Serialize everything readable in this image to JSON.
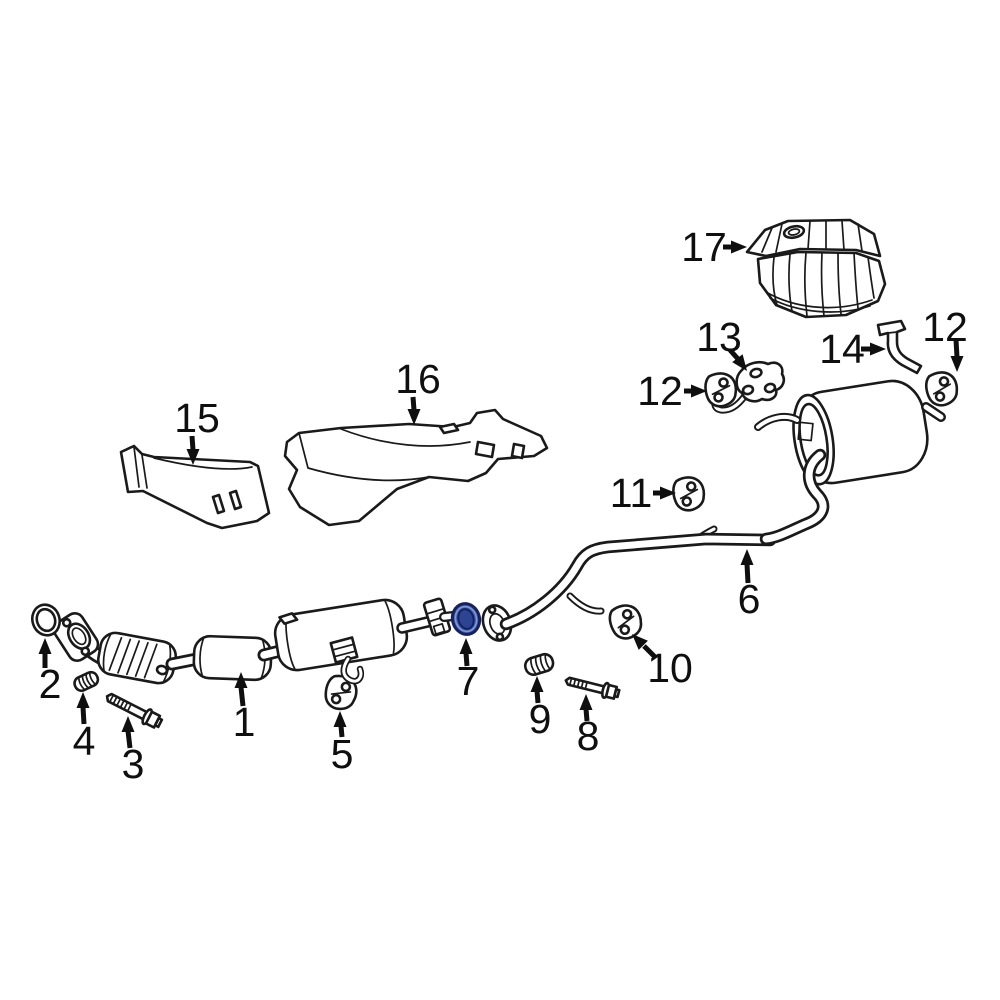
{
  "diagram": {
    "kind": "exploded-parts-diagram",
    "background_color": "#ffffff",
    "line_color": "#1a1a1a",
    "label_color": "#0f0f0f",
    "highlighted_part_number": "7",
    "highlight_colors": {
      "stroke": "#16215e",
      "ring_fill": "#3f5dab",
      "inner_fill": "#2d4493",
      "inner_line": "#7e97d6"
    },
    "part_labels": {
      "p1": "1",
      "p2": "2",
      "p3": "3",
      "p4": "4",
      "p5": "5",
      "p6": "6",
      "p7": "7",
      "p8": "8",
      "p9": "9",
      "p10": "10",
      "p11": "11",
      "p12a": "12",
      "p12b": "12",
      "p13": "13",
      "p14": "14",
      "p15": "15",
      "p16": "16",
      "p17": "17"
    }
  }
}
